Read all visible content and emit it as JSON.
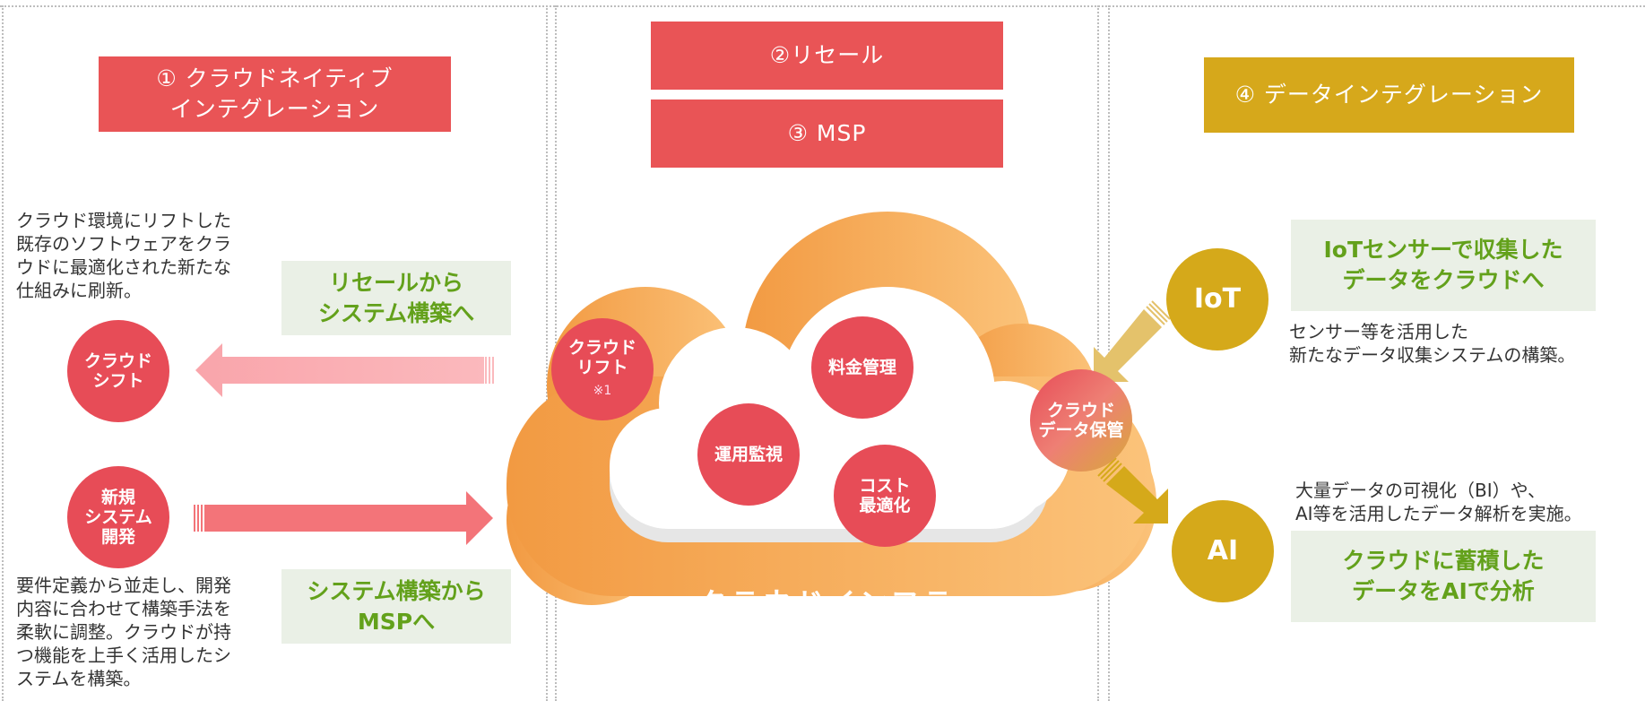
{
  "headers": {
    "cloud_native": "① クラウドネイティブ\nインテグレーション",
    "resale": "②リセール",
    "msp": "③ MSP",
    "data_integration": "④ データインテグレーション"
  },
  "left": {
    "desc_top": "クラウド環境にリフトした\n既存のソフトウェアをクラ\nウドに最適化された新たな\n仕組みに刷新。",
    "resale_to_system": "リセールから\nシステム構築へ",
    "cloud_shift": "クラウド\nシフト",
    "new_system": "新規\nシステム\n開発",
    "system_to_msp": "システム構築から\nMSPへ",
    "desc_bottom": "要件定義から並走し、開発\n内容に合わせて構築手法を\n柔軟に調整。クラウドが持\nつ機能を上手く活用したシ\nステムを構築。"
  },
  "center": {
    "cloud_lift": "クラウド\nリフト",
    "cloud_lift_note": "※1",
    "billing": "料金管理",
    "operation_monitoring": "運用監視",
    "cost_optimization": "コスト\n最適化",
    "cloud_data_storage": "クラウド\nデータ保管",
    "cloud_infra": "クラウドインフラ"
  },
  "right": {
    "iot": "IoT",
    "iot_box": "IoTセンサーで収集した\nデータをクラウドへ",
    "iot_desc": "センサー等を活用した\n新たなデータ収集システムの構築。",
    "ai_desc": "大量データの可視化（BI）や、\nAI等を活用したデータ解析を実施。",
    "ai": "AI",
    "ai_box": "クラウドに蓄積した\nデータをAIで分析"
  },
  "colors": {
    "red": "#e95456",
    "gold": "#d6a81b",
    "green_text": "#63a11b",
    "green_bg": "#eaf0e6",
    "cloud_orange": "#f4a54c"
  }
}
